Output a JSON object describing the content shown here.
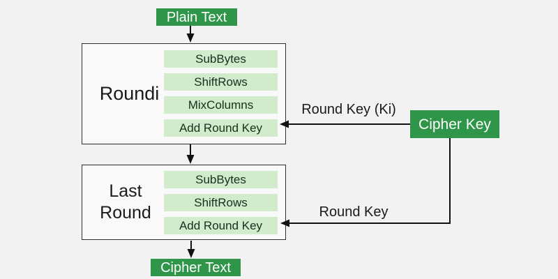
{
  "nodes": {
    "plain_text": "Plain Text",
    "cipher_key": "Cipher Key",
    "cipher_text": "Cipher Text"
  },
  "round_box": {
    "label": "Roundi",
    "steps": [
      "SubBytes",
      "ShiftRows",
      "MixColumns",
      "Add Round Key"
    ]
  },
  "last_round_box": {
    "label": "Last Round",
    "steps": [
      "SubBytes",
      "ShiftRows",
      "Add Round Key"
    ]
  },
  "edge_labels": {
    "round_key_ki": "Round Key (Ki)",
    "round_key": "Round Key"
  },
  "colors": {
    "dark_green": "#2e9549",
    "light_green": "#d2ebcd",
    "background": "#f2f2f2",
    "line": "#111111"
  }
}
